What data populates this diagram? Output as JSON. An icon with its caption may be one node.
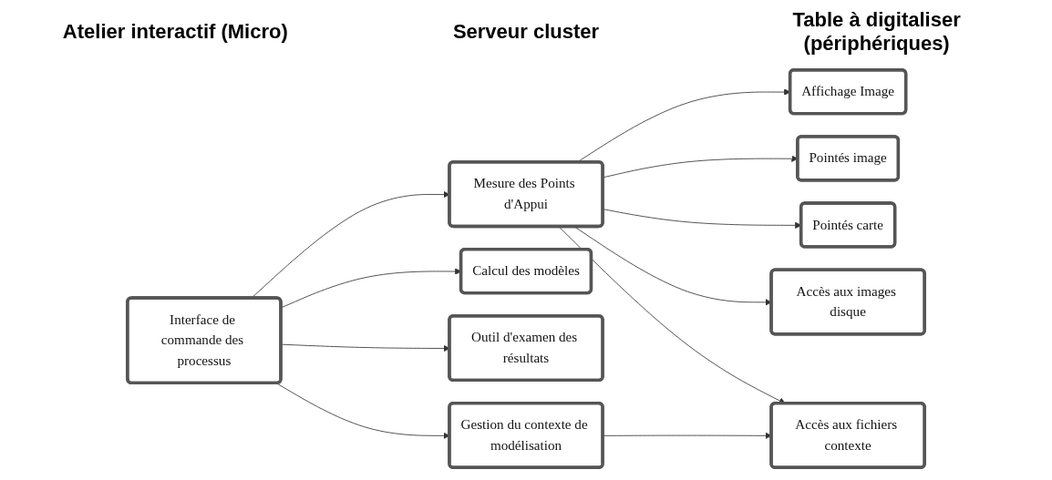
{
  "diagram": {
    "nodes": [
      {
        "text": [
          "Interface de commande des processus"
        ]
      },
      {
        "text": [
          "Outil d'examen des résultats"
        ]
      },
      {
        "text": [
          "Gestion du contexte de modélisation"
        ]
      },
      {
        "text": [
          "Mesure des Points d'Appui"
        ]
      },
      {
        "text": [
          "Calcul des modèles"
        ]
      },
      {
        "text": [
          "Accès aux images disque"
        ]
      },
      {
        "text": [
          "Accès aux fichiers contexte"
        ]
      },
      {
        "text": [
          "Affichage Image"
        ]
      },
      {
        "text": [
          "Pointés image"
        ]
      },
      {
        "text": [
          "Pointés carte"
        ]
      }
    ],
    "edges": [
      {
        "from": 0,
        "to": 3,
        "arrow": "to"
      },
      {
        "from": 0,
        "to": 4,
        "arrow": "to"
      },
      {
        "from": 0,
        "to": 1,
        "arrow": "to"
      },
      {
        "from": 0,
        "to": 2,
        "arrow": "to"
      },
      {
        "from": 2,
        "to": 6,
        "arrow": "to"
      },
      {
        "from": 3,
        "to": 7,
        "arrow": "to"
      },
      {
        "from": 3,
        "to": 8,
        "arrow": "to"
      },
      {
        "from": 3,
        "to": 9,
        "arrow": "to"
      },
      {
        "from": 3,
        "to": 5,
        "arrow": "to"
      },
      {
        "from": 3,
        "to": 6,
        "arrow": "to"
      }
    ],
    "labels": [
      "Atelier interactif (Micro)",
      "Serveur cluster",
      "Table à digitaliser (périphériques)"
    ]
  }
}
